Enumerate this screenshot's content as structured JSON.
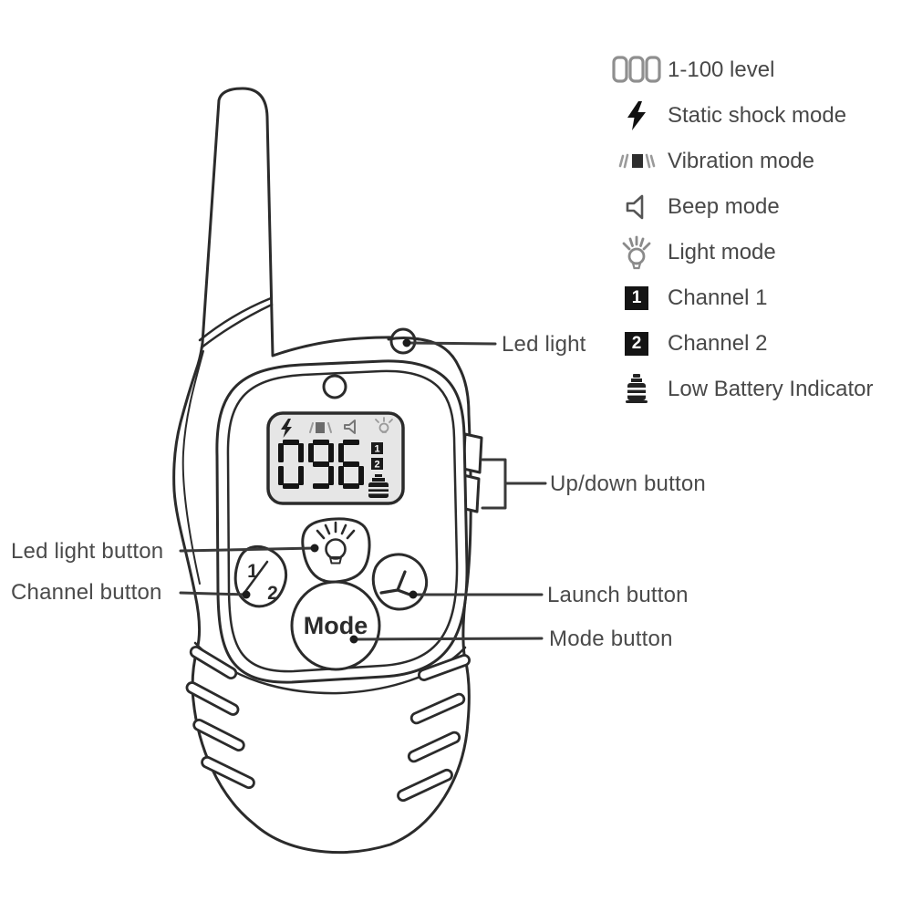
{
  "screen": {
    "value": "096",
    "channel1": "1",
    "channel2": "2",
    "mode_icons": [
      "static-shock-icon",
      "vibration-icon",
      "beep-icon",
      "light-icon"
    ],
    "battery_icon": "low-battery-icon"
  },
  "buttons": {
    "mode_label": "Mode",
    "channel_numerator": "1",
    "channel_denominator": "2"
  },
  "callouts": {
    "led_light": "Led light",
    "up_down": "Up/down button",
    "led_light_button": "Led light button",
    "channel_button": "Channel button",
    "launch_button": "Launch button",
    "mode_button": "Mode button"
  },
  "legend": {
    "items": [
      {
        "icon": "level-display-icon",
        "label": "1-100 level"
      },
      {
        "icon": "static-shock-icon",
        "label": "Static shock mode"
      },
      {
        "icon": "vibration-icon",
        "label": "Vibration mode"
      },
      {
        "icon": "beep-icon",
        "label": "Beep mode"
      },
      {
        "icon": "light-icon",
        "label": "Light mode"
      },
      {
        "icon": "channel1-icon",
        "label": "Channel 1",
        "badge": "1"
      },
      {
        "icon": "channel2-icon",
        "label": "Channel 2",
        "badge": "2"
      },
      {
        "icon": "low-battery-icon",
        "label": "Low Battery Indicator"
      }
    ]
  },
  "colors": {
    "line": "#2b2b2b",
    "label_text": "#4a4a4a",
    "lcd_fill": "#e6e6e6",
    "icon_gray": "#8a8a8a",
    "black": "#141414",
    "background": "#ffffff"
  }
}
